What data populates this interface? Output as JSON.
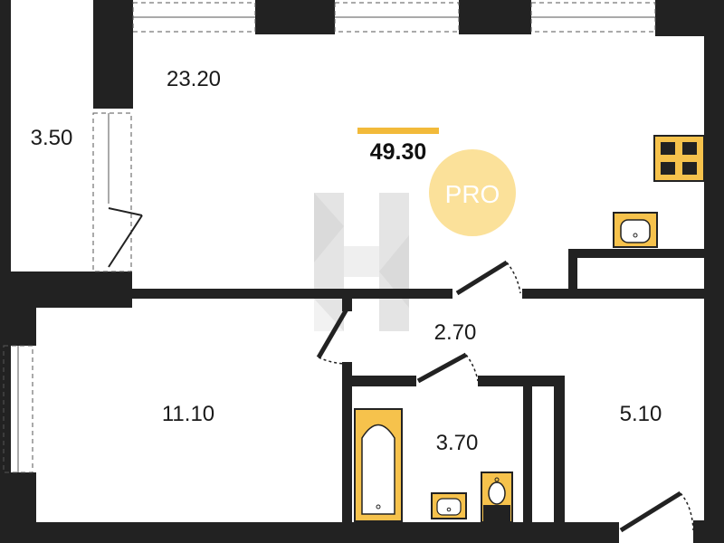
{
  "plan": {
    "total_area": "49.30",
    "badge": "PRO",
    "rooms": [
      {
        "id": "living",
        "area": "23.20"
      },
      {
        "id": "balcony",
        "area": "3.50"
      },
      {
        "id": "bedroom",
        "area": "11.10"
      },
      {
        "id": "hall",
        "area": "2.70"
      },
      {
        "id": "bathroom",
        "area": "3.70"
      },
      {
        "id": "entry",
        "area": "5.10"
      }
    ]
  },
  "colors": {
    "wall": "#222222",
    "accent": "#f2ba3a",
    "badge": "#fbe19a",
    "fixture": "#f6c24c",
    "watermark": "#d9d9d9"
  }
}
